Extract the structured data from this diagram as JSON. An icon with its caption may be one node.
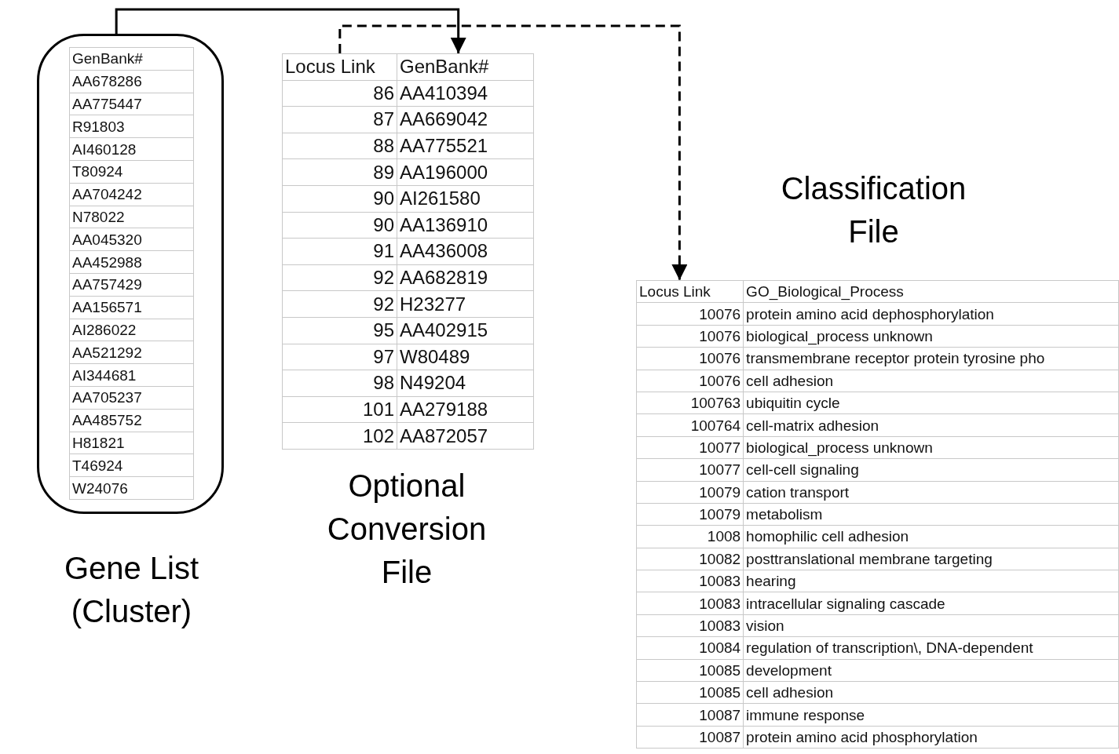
{
  "diagram": {
    "nodes": [
      {
        "text": [
          "Gene List (Cluster)"
        ]
      },
      {
        "text": [
          "GenBank#",
          "AA678286",
          "AA775447",
          "R91803",
          "AI460128",
          "T80924",
          "AA704242",
          "N78022",
          "AA045320",
          "AA452988",
          "AA757429",
          "AA156571",
          "AI286022",
          "AA521292",
          "AI344681",
          "AA705237",
          "AA485752",
          "H81821",
          "T46924",
          "W24076"
        ],
        "in": 0
      },
      {
        "text": [
          "Locus Link",
          "GenBank#",
          "86",
          "AA410394",
          "87",
          "AA669042",
          "88",
          "AA775521",
          "89",
          "AA196000",
          "90",
          "AI261580",
          "90",
          "AA136910",
          "91",
          "AA436008",
          "92",
          "AA682819",
          "92",
          "H23277",
          "95",
          "AA402915",
          "97",
          "W80489",
          "98",
          "N49204",
          "101",
          "AA279188",
          "102",
          "AA872057"
        ],
        "beside": [
          "Optional Conversion File"
        ]
      },
      {
        "text": [
          "Locus Link",
          "GO_Biological_Process",
          "10076",
          "protein amino acid dephosphorylation",
          "10076",
          "biological_process unknown",
          "10076",
          "transmembrane receptor protein tyrosine pho",
          "10076",
          "cell adhesion",
          "100763",
          "ubiquitin cycle",
          "100764",
          "cell-matrix adhesion",
          "10077",
          "biological_process unknown",
          "10077",
          "cell-cell signaling",
          "10079",
          "cation transport",
          "10079",
          "metabolism",
          "1008",
          "homophilic cell adhesion",
          "10082",
          "posttranslational membrane targeting",
          "10083",
          "hearing",
          "10083",
          "intracellular signaling cascade",
          "10083",
          "vision",
          "10084",
          "regulation of transcription\\, DNA-dependent",
          "10085",
          "development",
          "10085",
          "cell adhesion",
          "10087",
          "immune response",
          "10087",
          "protein amino acid phosphorylation"
        ],
        "beside": [
          "Classification File"
        ]
      }
    ],
    "edges": [
      {
        "from": 0,
        "to": 2,
        "arrow": "to"
      },
      {
        "from": 2,
        "to": 3,
        "arrow": "to",
        "style": "dashed"
      }
    ]
  }
}
